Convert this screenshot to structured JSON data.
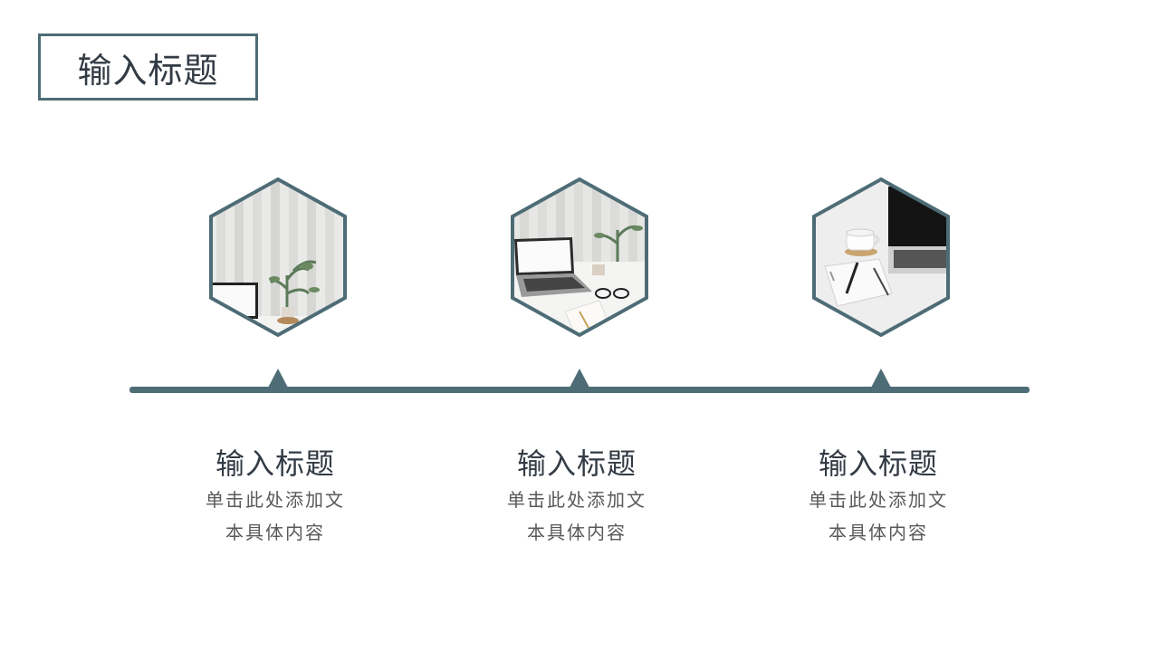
{
  "header": {
    "title": "输入标题"
  },
  "items": [
    {
      "title": "输入标题",
      "desc_line1": "单击此处添加文",
      "desc_line2": "本具体内容",
      "image": "workspace-photo-laptop-plant"
    },
    {
      "title": "输入标题",
      "desc_line1": "单击此处添加文",
      "desc_line2": "本具体内容",
      "image": "workspace-photo-laptop-glasses"
    },
    {
      "title": "输入标题",
      "desc_line1": "单击此处添加文",
      "desc_line2": "本具体内容",
      "image": "workspace-photo-laptop-coffee"
    }
  ],
  "colors": {
    "accent": "#4d6c76",
    "title_text": "#333b45",
    "body_text": "#595959"
  }
}
